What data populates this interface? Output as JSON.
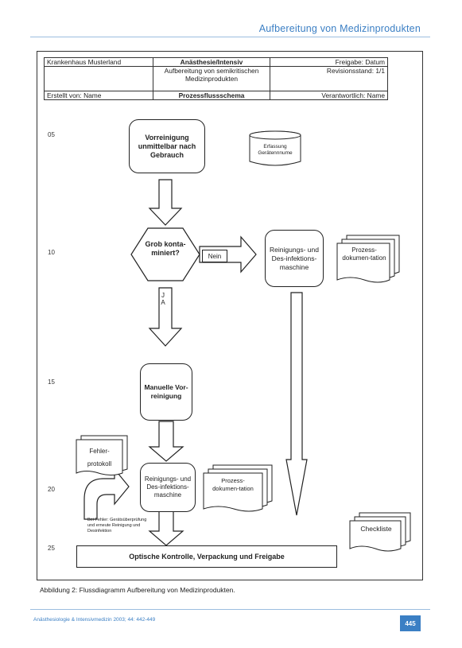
{
  "header": {
    "title": "Aufbereitung von Medizinprodukten"
  },
  "table": {
    "hospital": "Krankenhaus Musterland",
    "department": "Anästhesie/Intensiv",
    "approval": "Freigabe: Datum",
    "subject": "Aufbereitung von semikritischen Medizinprodukten",
    "revision": "Revisionsstand: 1/1",
    "created_by": "Erstellt von: Name",
    "doc_type": "Prozessflussschema",
    "responsible": "Verantwortlich: Name"
  },
  "steps": [
    "05",
    "10",
    "15",
    "20",
    "25"
  ],
  "flow": {
    "precleaning": "Vorreinigung unmittelbar nach Gebrauch",
    "cylinder": "Erfassung Gerätennnume",
    "decision": "Grob konta-miniert?",
    "no_label": "Nein",
    "yes_label": "J A",
    "machine_top": "Reinigungs- und Des-infektions-maschine",
    "doc_top": "Prozess-dokumen-tation",
    "manual": "Manuelle Vor-reinigung",
    "error_protocol": "Fehler-protokoll",
    "machine_bottom": "Reinigungs- und Des-infektions-maschine",
    "doc_bottom": "Prozess-dokumen-tation",
    "error_note": "Bei Fehler: Gerätsüberprüfung und erneute Reinigung und Desinfektion",
    "checklist": "Checkliste",
    "final": "Optische Kontrolle, Verpackung und Freigabe"
  },
  "caption": "Abbildung 2: Flussdiagramm Aufbereitung von Medizinprodukten.",
  "footer": {
    "journal": "Anästhesiologie & Intensivmedizin 2003; 44: 442-449",
    "page": "445"
  }
}
